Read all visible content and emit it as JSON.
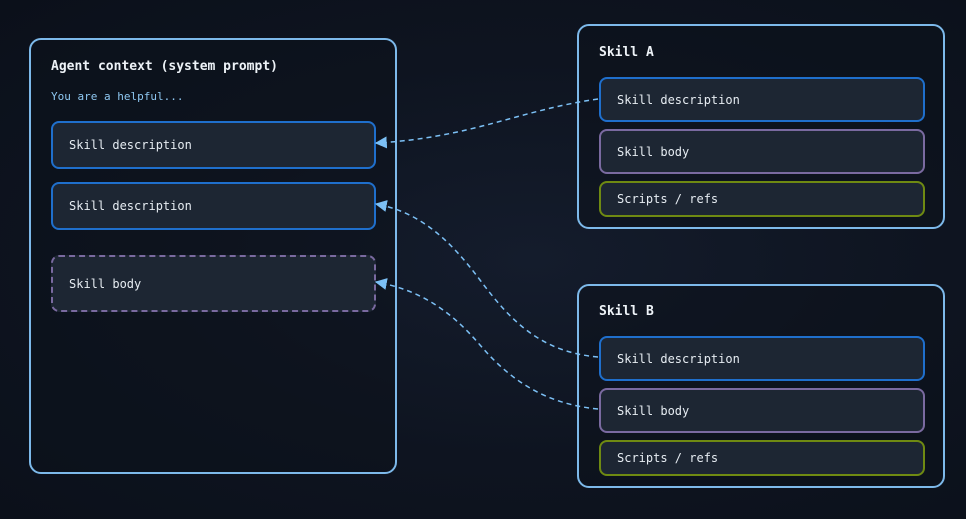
{
  "colors": {
    "panel_border": "#7db9ea",
    "description_border": "#1f6fcc",
    "body_border": "#7a6aa0",
    "scripts_border": "#6f8a12",
    "box_fill": "#1d2633",
    "connector": "#7cc0f5"
  },
  "context": {
    "title": "Agent context (system prompt)",
    "subtitle": "You are a helpful...",
    "items": [
      {
        "label": "Skill description",
        "kind": "description"
      },
      {
        "label": "Skill description",
        "kind": "description"
      },
      {
        "label": "Skill body",
        "kind": "body",
        "style": "dashed"
      }
    ]
  },
  "skills": [
    {
      "title": "Skill A",
      "items": [
        {
          "label": "Skill description",
          "kind": "description"
        },
        {
          "label": "Skill body",
          "kind": "body"
        },
        {
          "label": "Scripts / refs",
          "kind": "scripts"
        }
      ]
    },
    {
      "title": "Skill B",
      "items": [
        {
          "label": "Skill description",
          "kind": "description"
        },
        {
          "label": "Skill body",
          "kind": "body"
        },
        {
          "label": "Scripts / refs",
          "kind": "scripts"
        }
      ]
    }
  ],
  "connections": [
    {
      "from": "skill-a-description",
      "to": "context-description-1",
      "style": "dashed"
    },
    {
      "from": "skill-b-description",
      "to": "context-description-2",
      "style": "dashed"
    },
    {
      "from": "skill-b-body",
      "to": "context-body",
      "style": "dashed"
    }
  ]
}
